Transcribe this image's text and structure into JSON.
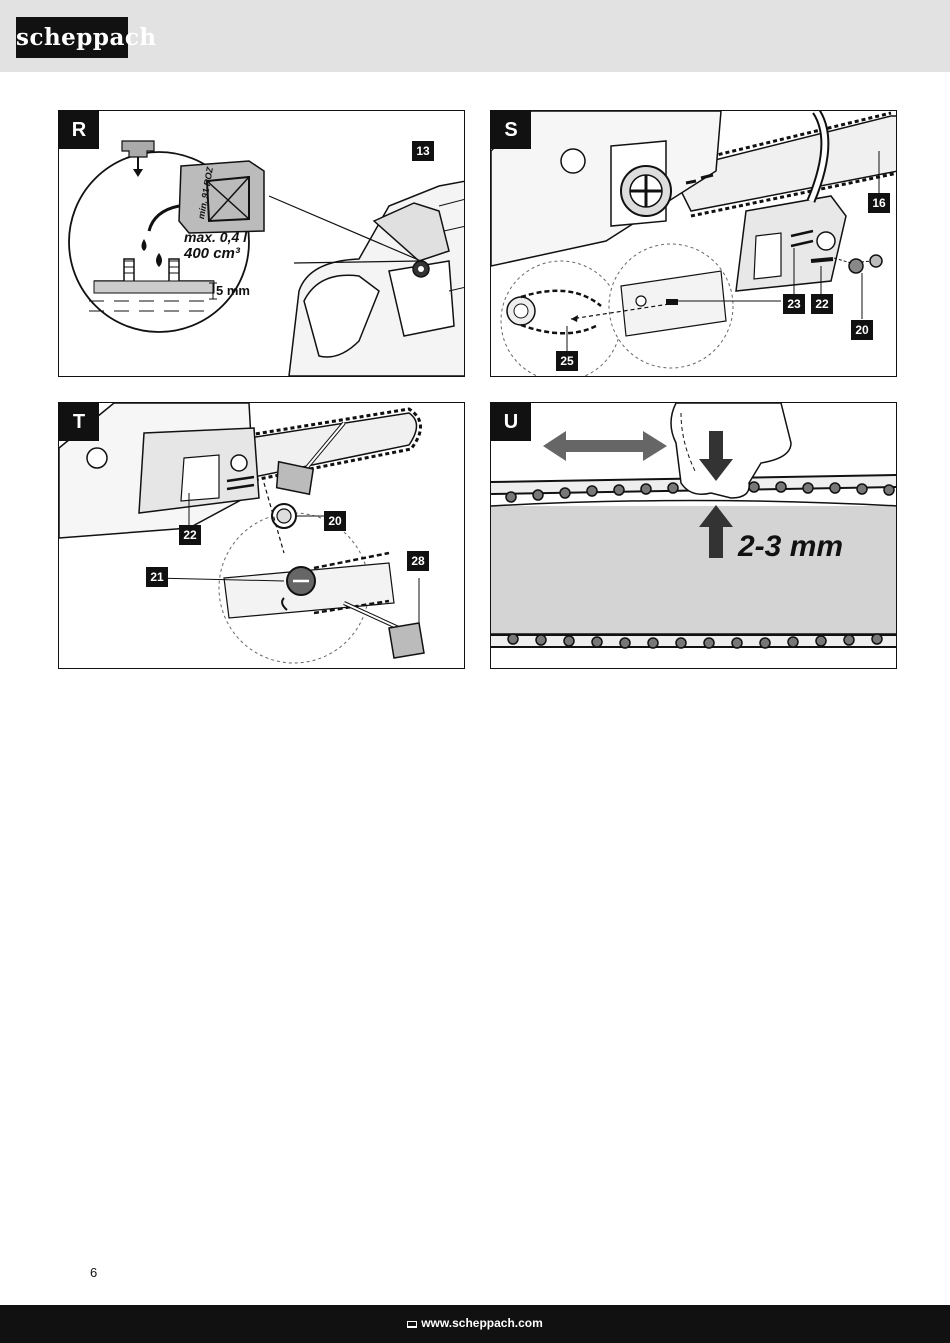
{
  "header": {
    "brand": "scheppach"
  },
  "panels": {
    "R": {
      "letter": "R",
      "fuel": {
        "roz_label": "min. 91 ROZ",
        "max_label": "max. 0,4 l",
        "volume_label": "400 cm³",
        "level_label": "5 mm"
      },
      "parts": [
        "13"
      ]
    },
    "S": {
      "letter": "S",
      "parts": [
        "16",
        "23",
        "22",
        "20",
        "25"
      ]
    },
    "T": {
      "letter": "T",
      "parts": [
        "22",
        "20",
        "21",
        "28"
      ]
    },
    "U": {
      "letter": "U",
      "gap_label": "2-3 mm"
    }
  },
  "page_number": "6",
  "footer": {
    "url": "www.scheppach.com",
    "icon": "computer-icon"
  },
  "colors": {
    "header_bg": "#e2e2e2",
    "footer_bg": "#111111",
    "bar_grey": "#d4d4d4"
  }
}
